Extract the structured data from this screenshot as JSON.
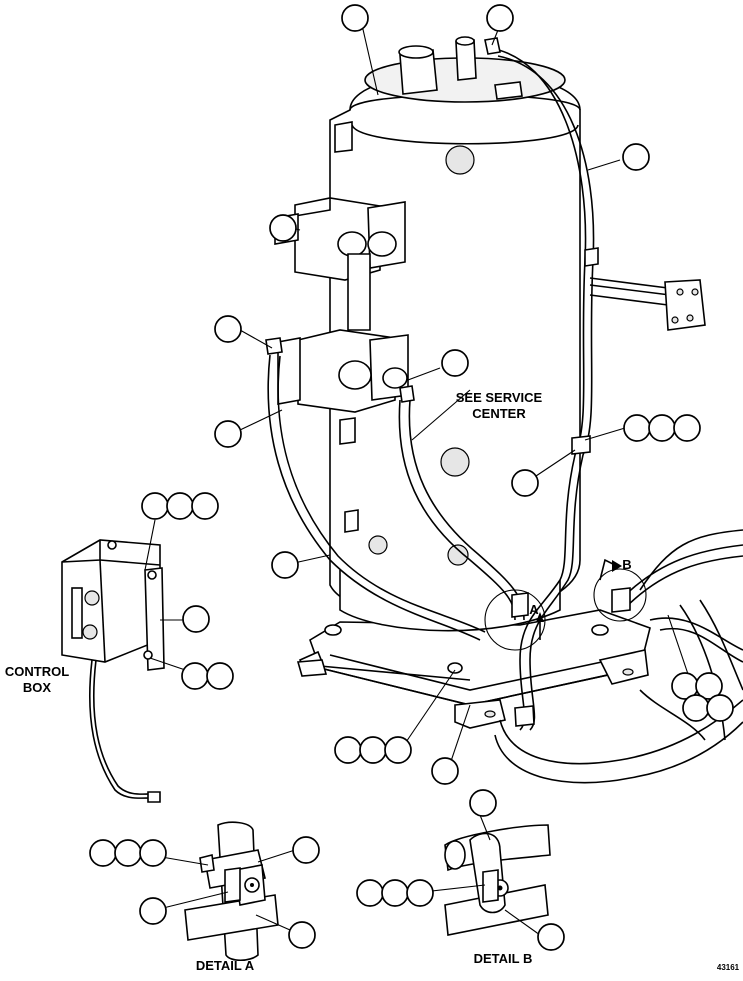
{
  "labels": {
    "control_box_line1": "CONTROL",
    "control_box_line2": "BOX",
    "see_service_line1": "SEE SERVICE",
    "see_service_line2": "CENTER",
    "detail_a_marker": "A",
    "detail_b_marker": "B",
    "detail_a_caption": "DETAIL A",
    "detail_b_caption": "DETAIL B",
    "figure_number": "43161"
  }
}
